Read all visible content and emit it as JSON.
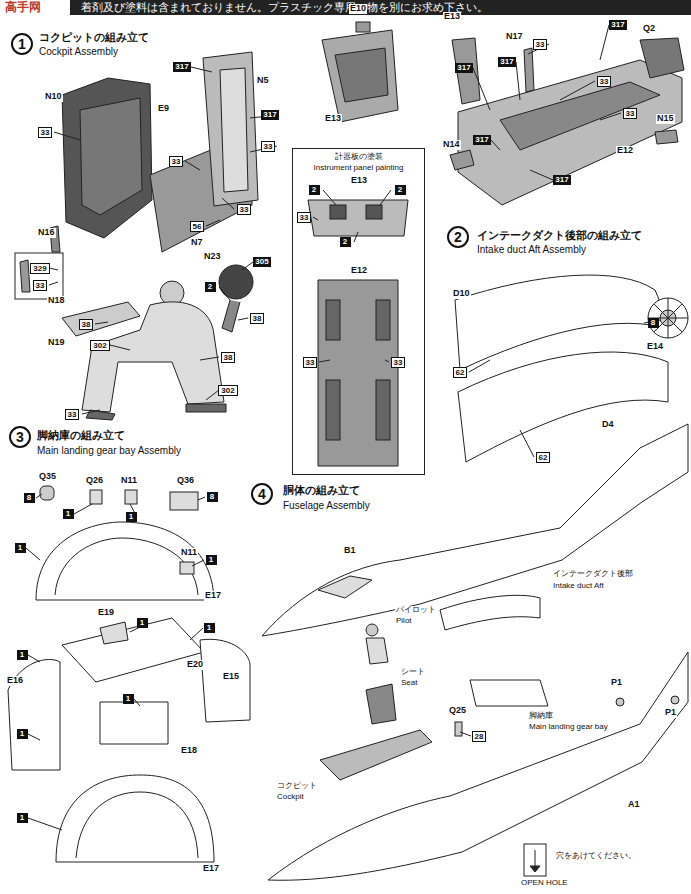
{
  "diagram": {
    "nodes": [
      {
        "text": [
          "1"
        ]
      },
      {
        "text": [
          "317"
        ]
      },
      {
        "text": [
          "317"
        ]
      },
      {
        "text": [
          "33"
        ]
      },
      {
        "text": [
          "33"
        ]
      },
      {
        "text": [
          "33"
        ]
      },
      {
        "text": [
          "56"
        ]
      },
      {
        "text": [
          "33"
        ]
      },
      {
        "text": [
          "329"
        ]
      },
      {
        "text": [
          "33"
        ]
      },
      {
        "text": [
          "305"
        ]
      },
      {
        "text": [
          "2"
        ]
      },
      {
        "text": [
          "38"
        ]
      },
      {
        "text": [
          "38"
        ]
      },
      {
        "text": [
          "302"
        ]
      },
      {
        "text": [
          "38"
        ]
      },
      {
        "text": [
          "302"
        ]
      },
      {
        "text": [
          "33"
        ]
      },
      {
        "text": [
          "33"
        ]
      },
      {
        "text": [
          "317"
        ]
      },
      {
        "text": [
          "317"
        ]
      },
      {
        "text": [
          "317"
        ]
      },
      {
        "text": [
          "33"
        ]
      },
      {
        "text": [
          "33"
        ]
      },
      {
        "text": [
          "317"
        ]
      },
      {
        "text": [
          "317"
        ]
      },
      {
        "text": [
          "計器板の塗装",
          "Instrument panel painting"
        ]
      },
      {
        "text": [
          "2"
        ],
        "in": 26
      },
      {
        "text": [
          "2"
        ],
        "in": 26
      },
      {
        "text": [
          "33"
        ],
        "in": 26
      },
      {
        "text": [
          "2"
        ],
        "in": 26
      },
      {
        "text": [
          "33"
        ],
        "in": 26
      },
      {
        "text": [
          "33"
        ],
        "in": 26
      },
      {
        "text": [
          "2"
        ]
      },
      {
        "text": [
          "8"
        ]
      },
      {
        "text": [
          "62"
        ]
      },
      {
        "text": [
          "62"
        ]
      },
      {
        "text": [
          "3"
        ]
      },
      {
        "text": [
          "8"
        ]
      },
      {
        "text": [
          "1"
        ]
      },
      {
        "text": [
          "1"
        ]
      },
      {
        "text": [
          "8"
        ]
      },
      {
        "text": [
          "1"
        ]
      },
      {
        "text": [
          "1"
        ]
      },
      {
        "text": [
          "1"
        ]
      },
      {
        "text": [
          "1"
        ]
      },
      {
        "text": [
          "1"
        ]
      },
      {
        "text": [
          "1"
        ]
      },
      {
        "text": [
          "1"
        ]
      },
      {
        "text": [
          "1"
        ]
      },
      {
        "text": [
          "4"
        ]
      },
      {
        "text": [
          "28"
        ]
      }
    ],
    "labels": [
      "着剤及び塗料は含まれておりません。プラスチック専用の物を別にお求め下さい。",
      "高手网",
      "コクピットの組み立て",
      "Cockpit Assembly",
      "E10",
      "E13",
      "N17",
      "Q2",
      "N5",
      "N10",
      "E9",
      "E13",
      "E13",
      "E12",
      "N14",
      "N15",
      "E12",
      "N7",
      "N16",
      "N23",
      "N18",
      "N19",
      "インテークダクト後部の組み立て",
      "Intake duct Aft Assembly",
      "D10",
      "E14",
      "D4",
      "脚納庫の組み立て",
      "Main landing gear bay Assembly",
      "Q35",
      "Q26",
      "N11",
      "Q36",
      "N11",
      "E17",
      "E19",
      "E20",
      "E15",
      "E16",
      "E18",
      "E17",
      "胴体の組み立て",
      "Fuselage Assembly",
      "B1",
      "インテークダクト後部",
      "Intake duct Aft",
      "パイロット",
      "Pilot",
      "シート",
      "Seat",
      "脚納庫",
      "Main landing gear bay",
      "P1",
      "P1",
      "Q25",
      "コクピット",
      "Cockpit",
      "A1",
      "穴をあけてください。",
      "OPEN HOLE"
    ]
  }
}
